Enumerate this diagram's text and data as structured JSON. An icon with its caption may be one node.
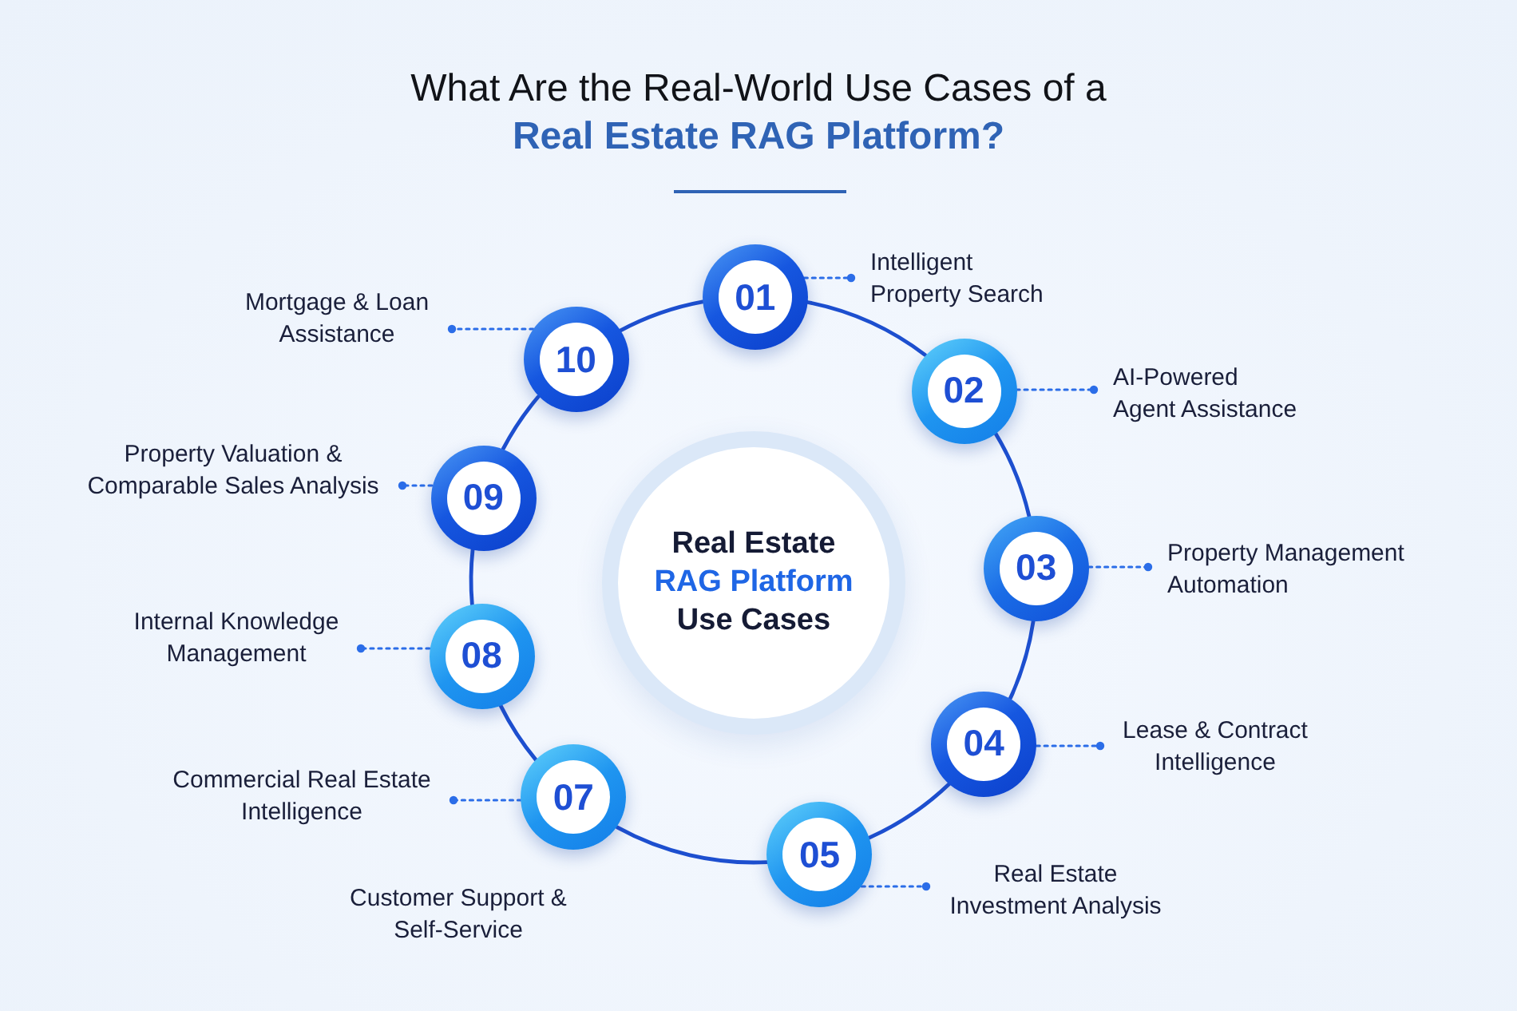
{
  "diagram": {
    "title": "What Are the Real-World Use Cases of a **Real Estate RAG Platform?**",
    "nodes": [
      {
        "text": [
          "Real Estate **RAG Platform** Use Cases"
        ]
      },
      {
        "text": [
          "01"
        ]
      },
      {
        "text": [
          "Intelligent Property Search"
        ]
      },
      {
        "text": [
          "02"
        ]
      },
      {
        "text": [
          "AI-Powered Agent Assistance"
        ]
      },
      {
        "text": [
          "03"
        ]
      },
      {
        "text": [
          "Property Management Automation"
        ]
      },
      {
        "text": [
          "04"
        ]
      },
      {
        "text": [
          "Lease & Contract Intelligence"
        ]
      },
      {
        "text": [
          "05"
        ]
      },
      {
        "text": [
          "Real Estate Investment Analysis"
        ]
      },
      {
        "text": [
          "07"
        ]
      },
      {
        "text": [
          "Commercial Real Estate Intelligence"
        ]
      },
      {
        "text": [
          "08"
        ]
      },
      {
        "text": [
          "Internal Knowledge Management"
        ]
      },
      {
        "text": [
          "09"
        ]
      },
      {
        "text": [
          "Property Valuation & Comparable Sales Analysis"
        ]
      },
      {
        "text": [
          "10"
        ]
      },
      {
        "text": [
          "Mortgage & Loan Assistance"
        ]
      }
    ],
    "edges": [
      {
        "from": 1,
        "to": 3,
        "arrow": "none"
      },
      {
        "from": 3,
        "to": 5,
        "arrow": "none"
      },
      {
        "from": 5,
        "to": 7,
        "arrow": "none"
      },
      {
        "from": 7,
        "to": 9,
        "arrow": "none"
      },
      {
        "from": 9,
        "to": 11,
        "arrow": "none"
      },
      {
        "from": 11,
        "to": 13,
        "arrow": "none"
      },
      {
        "from": 13,
        "to": 15,
        "arrow": "none"
      },
      {
        "from": 15,
        "to": 17,
        "arrow": "none"
      },
      {
        "from": 17,
        "to": 1,
        "arrow": "none"
      },
      {
        "from": 1,
        "to": 2,
        "arrow": "other",
        "style": "dashed"
      },
      {
        "from": 3,
        "to": 4,
        "arrow": "other",
        "style": "dashed"
      },
      {
        "from": 5,
        "to": 6,
        "arrow": "other",
        "style": "dashed"
      },
      {
        "from": 7,
        "to": 8,
        "arrow": "other",
        "style": "dashed"
      },
      {
        "from": 9,
        "to": 10,
        "arrow": "other",
        "style": "dashed"
      },
      {
        "from": 11,
        "to": 12,
        "arrow": "other",
        "style": "dashed"
      },
      {
        "from": 13,
        "to": 14,
        "arrow": "other",
        "style": "dashed"
      },
      {
        "from": 15,
        "to": 16,
        "arrow": "other",
        "style": "dashed"
      },
      {
        "from": 17,
        "to": 18,
        "arrow": "other",
        "style": "dashed"
      }
    ],
    "labels": [
      "Customer Support & Self-Service"
    ]
  }
}
